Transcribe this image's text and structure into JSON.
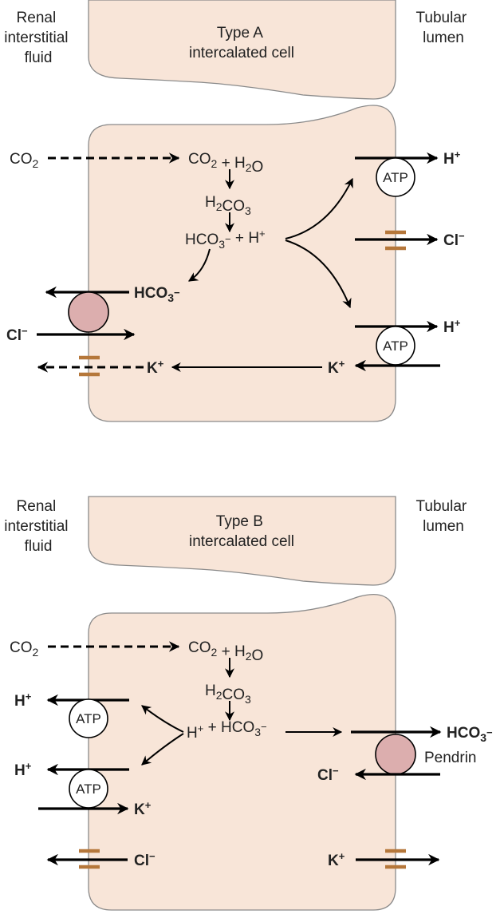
{
  "panel_a": {
    "left_label": [
      "Renal",
      "interstitial",
      "fluid"
    ],
    "right_label": [
      "Tubular",
      "lumen"
    ],
    "cell_title": [
      "Type A",
      "intercalated cell"
    ],
    "co2_left": "CO2",
    "reaction_top": "CO2 + H2O",
    "h2co3": "H2CO3",
    "split": "HCO3− + H+",
    "hco3_out": "HCO3−",
    "cl_in": "Cl−",
    "k_mid": "K+",
    "k_lumen": "K+",
    "h_out_1": "H+",
    "cl_lumen": "Cl−",
    "h_out_2": "H+",
    "atp_1": "ATP",
    "atp_2": "ATP"
  },
  "panel_b": {
    "left_label": [
      "Renal",
      "interstitial",
      "fluid"
    ],
    "right_label": [
      "Tubular",
      "lumen"
    ],
    "cell_title": [
      "Type B",
      "intercalated cell"
    ],
    "co2_left": "CO2",
    "reaction_top": "CO2 + H2O",
    "h2co3": "H2CO3",
    "split": "H+ + HCO3−",
    "h_out_1": "H+",
    "h_out_2": "H+",
    "atp_1": "ATP",
    "atp_2": "ATP",
    "k_in": "K+",
    "cl_out": "Cl−",
    "hco3_lumen": "HCO3−",
    "pendrin": "Pendrin",
    "cl_lumen": "Cl−",
    "k_lumen": "K+"
  }
}
